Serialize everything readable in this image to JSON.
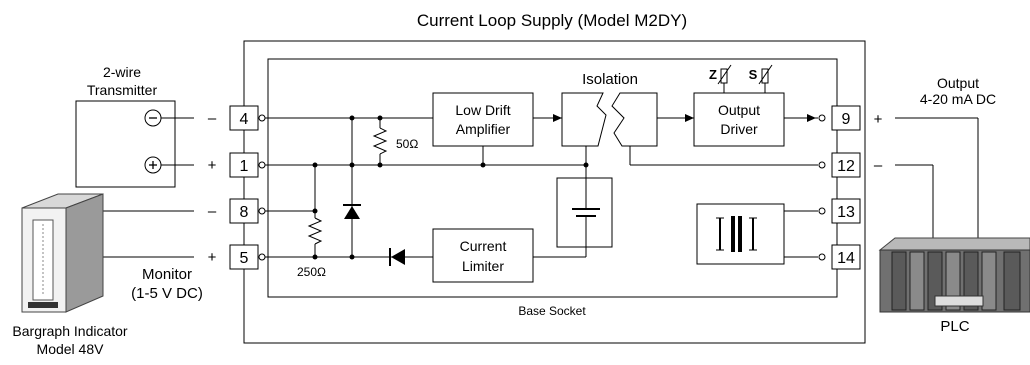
{
  "title": "Current Loop Supply (Model M2DY)",
  "transmitter": {
    "label_line1": "2-wire",
    "label_line2": "Transmitter",
    "minus": "−",
    "plus": "+"
  },
  "terminals": {
    "t4": "4",
    "t1": "1",
    "t8": "8",
    "t5": "5",
    "t9": "9",
    "t12": "12",
    "t13": "13",
    "t14": "14"
  },
  "polarity": {
    "t4": "–",
    "t1": "+",
    "t8": "–",
    "t5": "+",
    "t9": "+",
    "t12": "–"
  },
  "blocks": {
    "amplifier_line1": "Low Drift",
    "amplifier_line2": "Amplifier",
    "limiter_line1": "Current",
    "limiter_line2": "Limiter",
    "driver_line1": "Output",
    "driver_line2": "Driver",
    "isolation": "Isolation"
  },
  "components": {
    "r50": "50Ω",
    "r250": "250Ω",
    "zero": "Z",
    "span": "S"
  },
  "base_socket": "Base Socket",
  "output": {
    "line1": "Output",
    "line2": "4-20 mA DC"
  },
  "monitor": {
    "line1": "Monitor",
    "line2": "(1-5 V DC)"
  },
  "bargraph": {
    "line1": "Bargraph Indicator",
    "line2": "Model 48V"
  },
  "plc": "PLC"
}
